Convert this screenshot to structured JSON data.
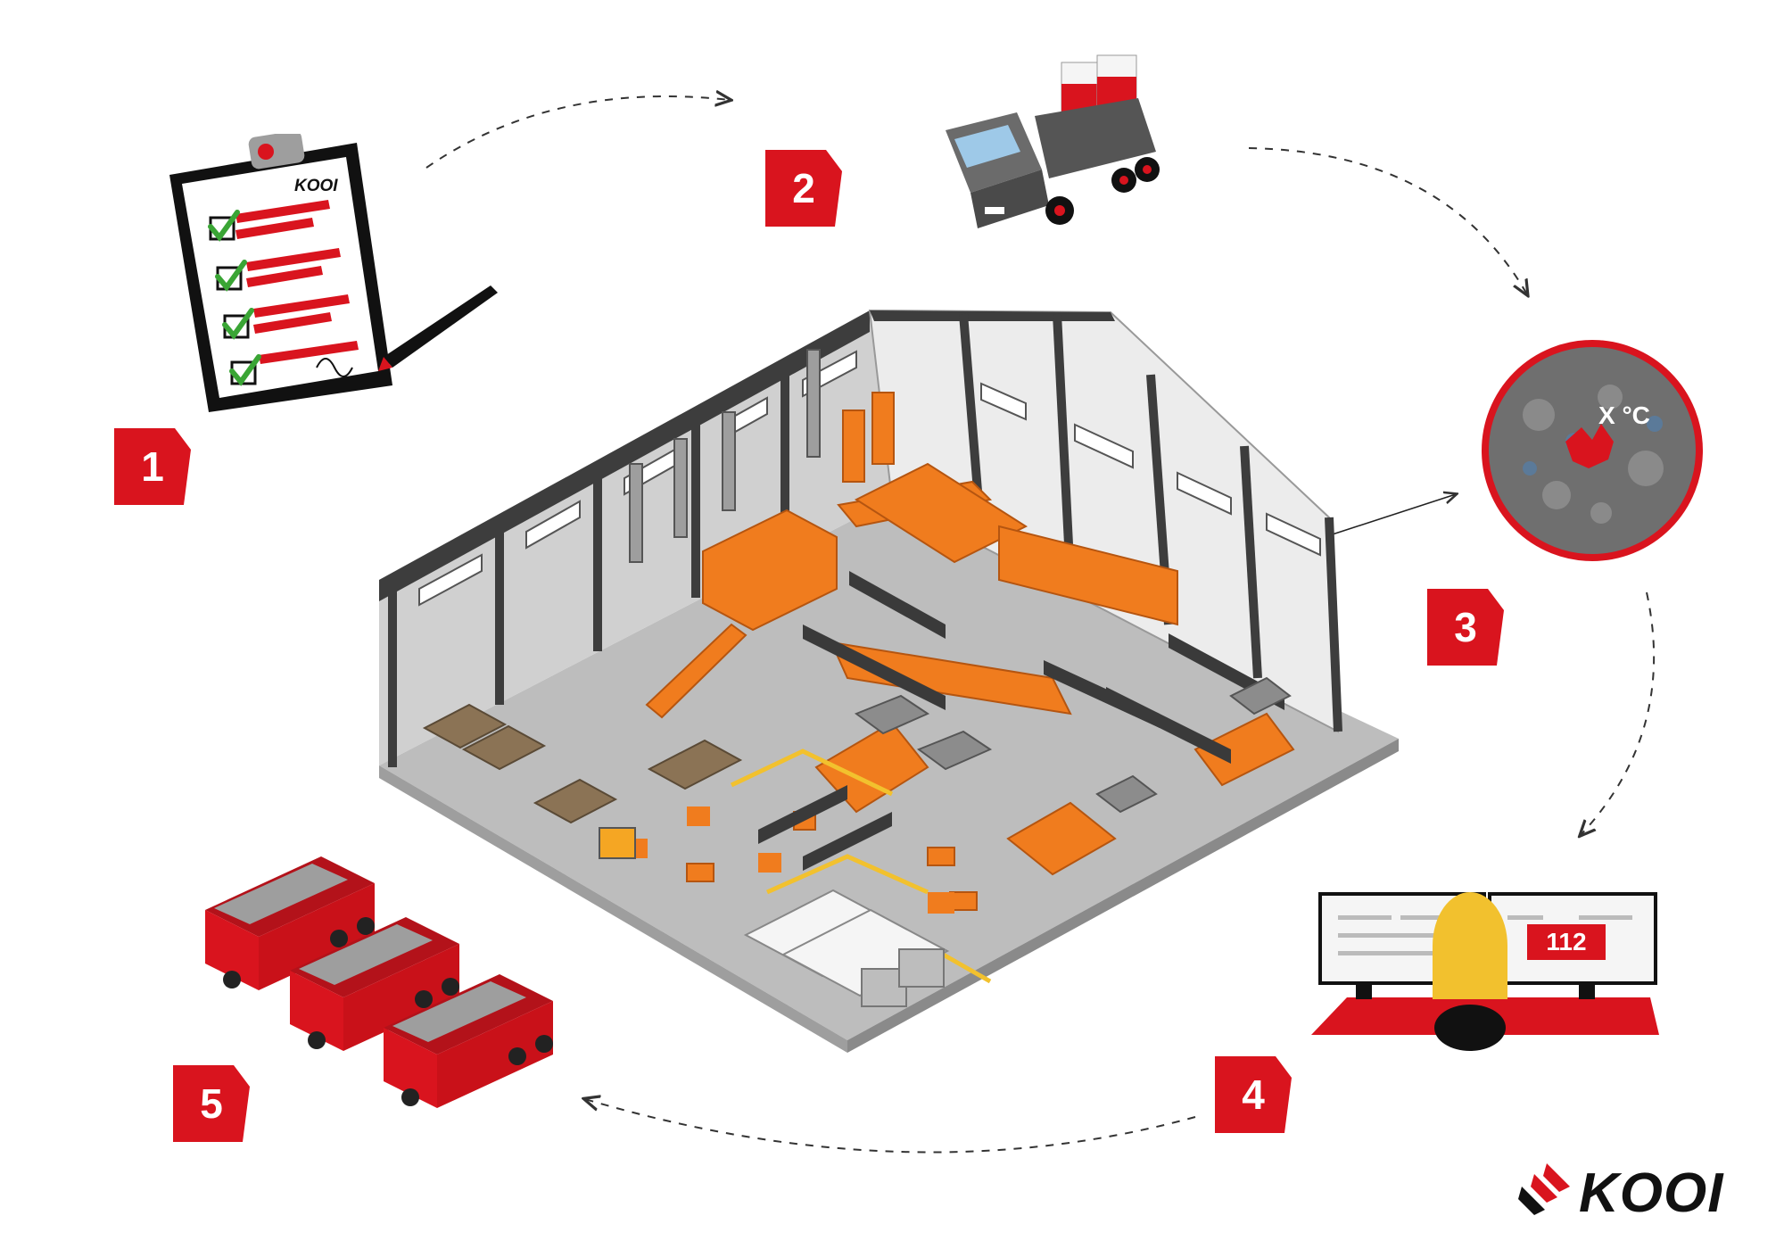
{
  "steps": [
    {
      "number": "1"
    },
    {
      "number": "2"
    },
    {
      "number": "3"
    },
    {
      "number": "4"
    },
    {
      "number": "5"
    }
  ],
  "checklist": {
    "brand": "KOOI"
  },
  "sensor": {
    "temperature_label": "X °C"
  },
  "control_room": {
    "emergency_number": "112"
  },
  "logo": {
    "text": "KOOI"
  },
  "colors": {
    "brand_red": "#d9141e",
    "machinery_orange": "#f07c1e",
    "structure_grey": "#4a4a4a",
    "floor_grey": "#bdbdbd",
    "check_green": "#3aa535"
  },
  "icons": [
    "clipboard-checklist-icon",
    "delivery-truck-icon",
    "thermal-camera-icon",
    "operator-monitor-icon",
    "fire-truck-icon"
  ]
}
